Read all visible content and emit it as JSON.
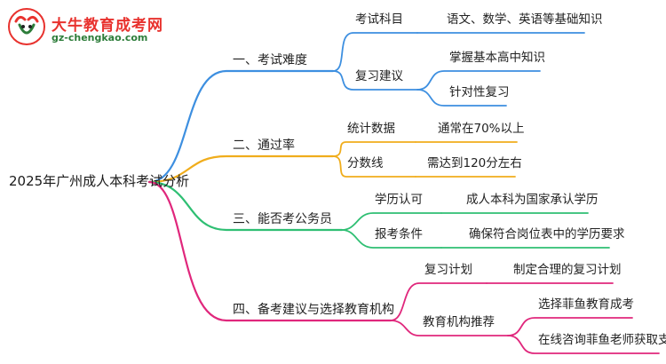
{
  "logo": {
    "name_cn": "大牛教育成考网",
    "domain": "gz-chengkao.com"
  },
  "root": "2025年广州成人本科考试分析",
  "colors": {
    "branch1": "#3d8fe0",
    "branch2": "#f0ad1c",
    "branch3": "#2fbf73",
    "branch4": "#e0277c"
  },
  "branches": [
    {
      "label": "一、考试难度",
      "children": [
        {
          "label": "考试科目",
          "leaves": [
            "语文、数学、英语等基础知识"
          ]
        },
        {
          "label": "复习建议",
          "leaves": [
            "掌握基本高中知识",
            "针对性复习"
          ]
        }
      ]
    },
    {
      "label": "二、通过率",
      "children": [
        {
          "label": "统计数据",
          "leaves": [
            "通常在70%以上"
          ]
        },
        {
          "label": "分数线",
          "leaves": [
            "需达到120分左右"
          ]
        }
      ]
    },
    {
      "label": "三、能否考公务员",
      "children": [
        {
          "label": "学历认可",
          "leaves": [
            "成人本科为国家承认学历"
          ]
        },
        {
          "label": "报考条件",
          "leaves": [
            "确保符合岗位表中的学历要求"
          ]
        }
      ]
    },
    {
      "label": "四、备考建议与选择教育机构",
      "children": [
        {
          "label": "复习计划",
          "leaves": [
            "制定合理的复习计划"
          ]
        },
        {
          "label": "教育机构推荐",
          "leaves": [
            "选择菲鱼教育成考",
            "在线咨询菲鱼老师获取支持"
          ]
        }
      ]
    }
  ]
}
